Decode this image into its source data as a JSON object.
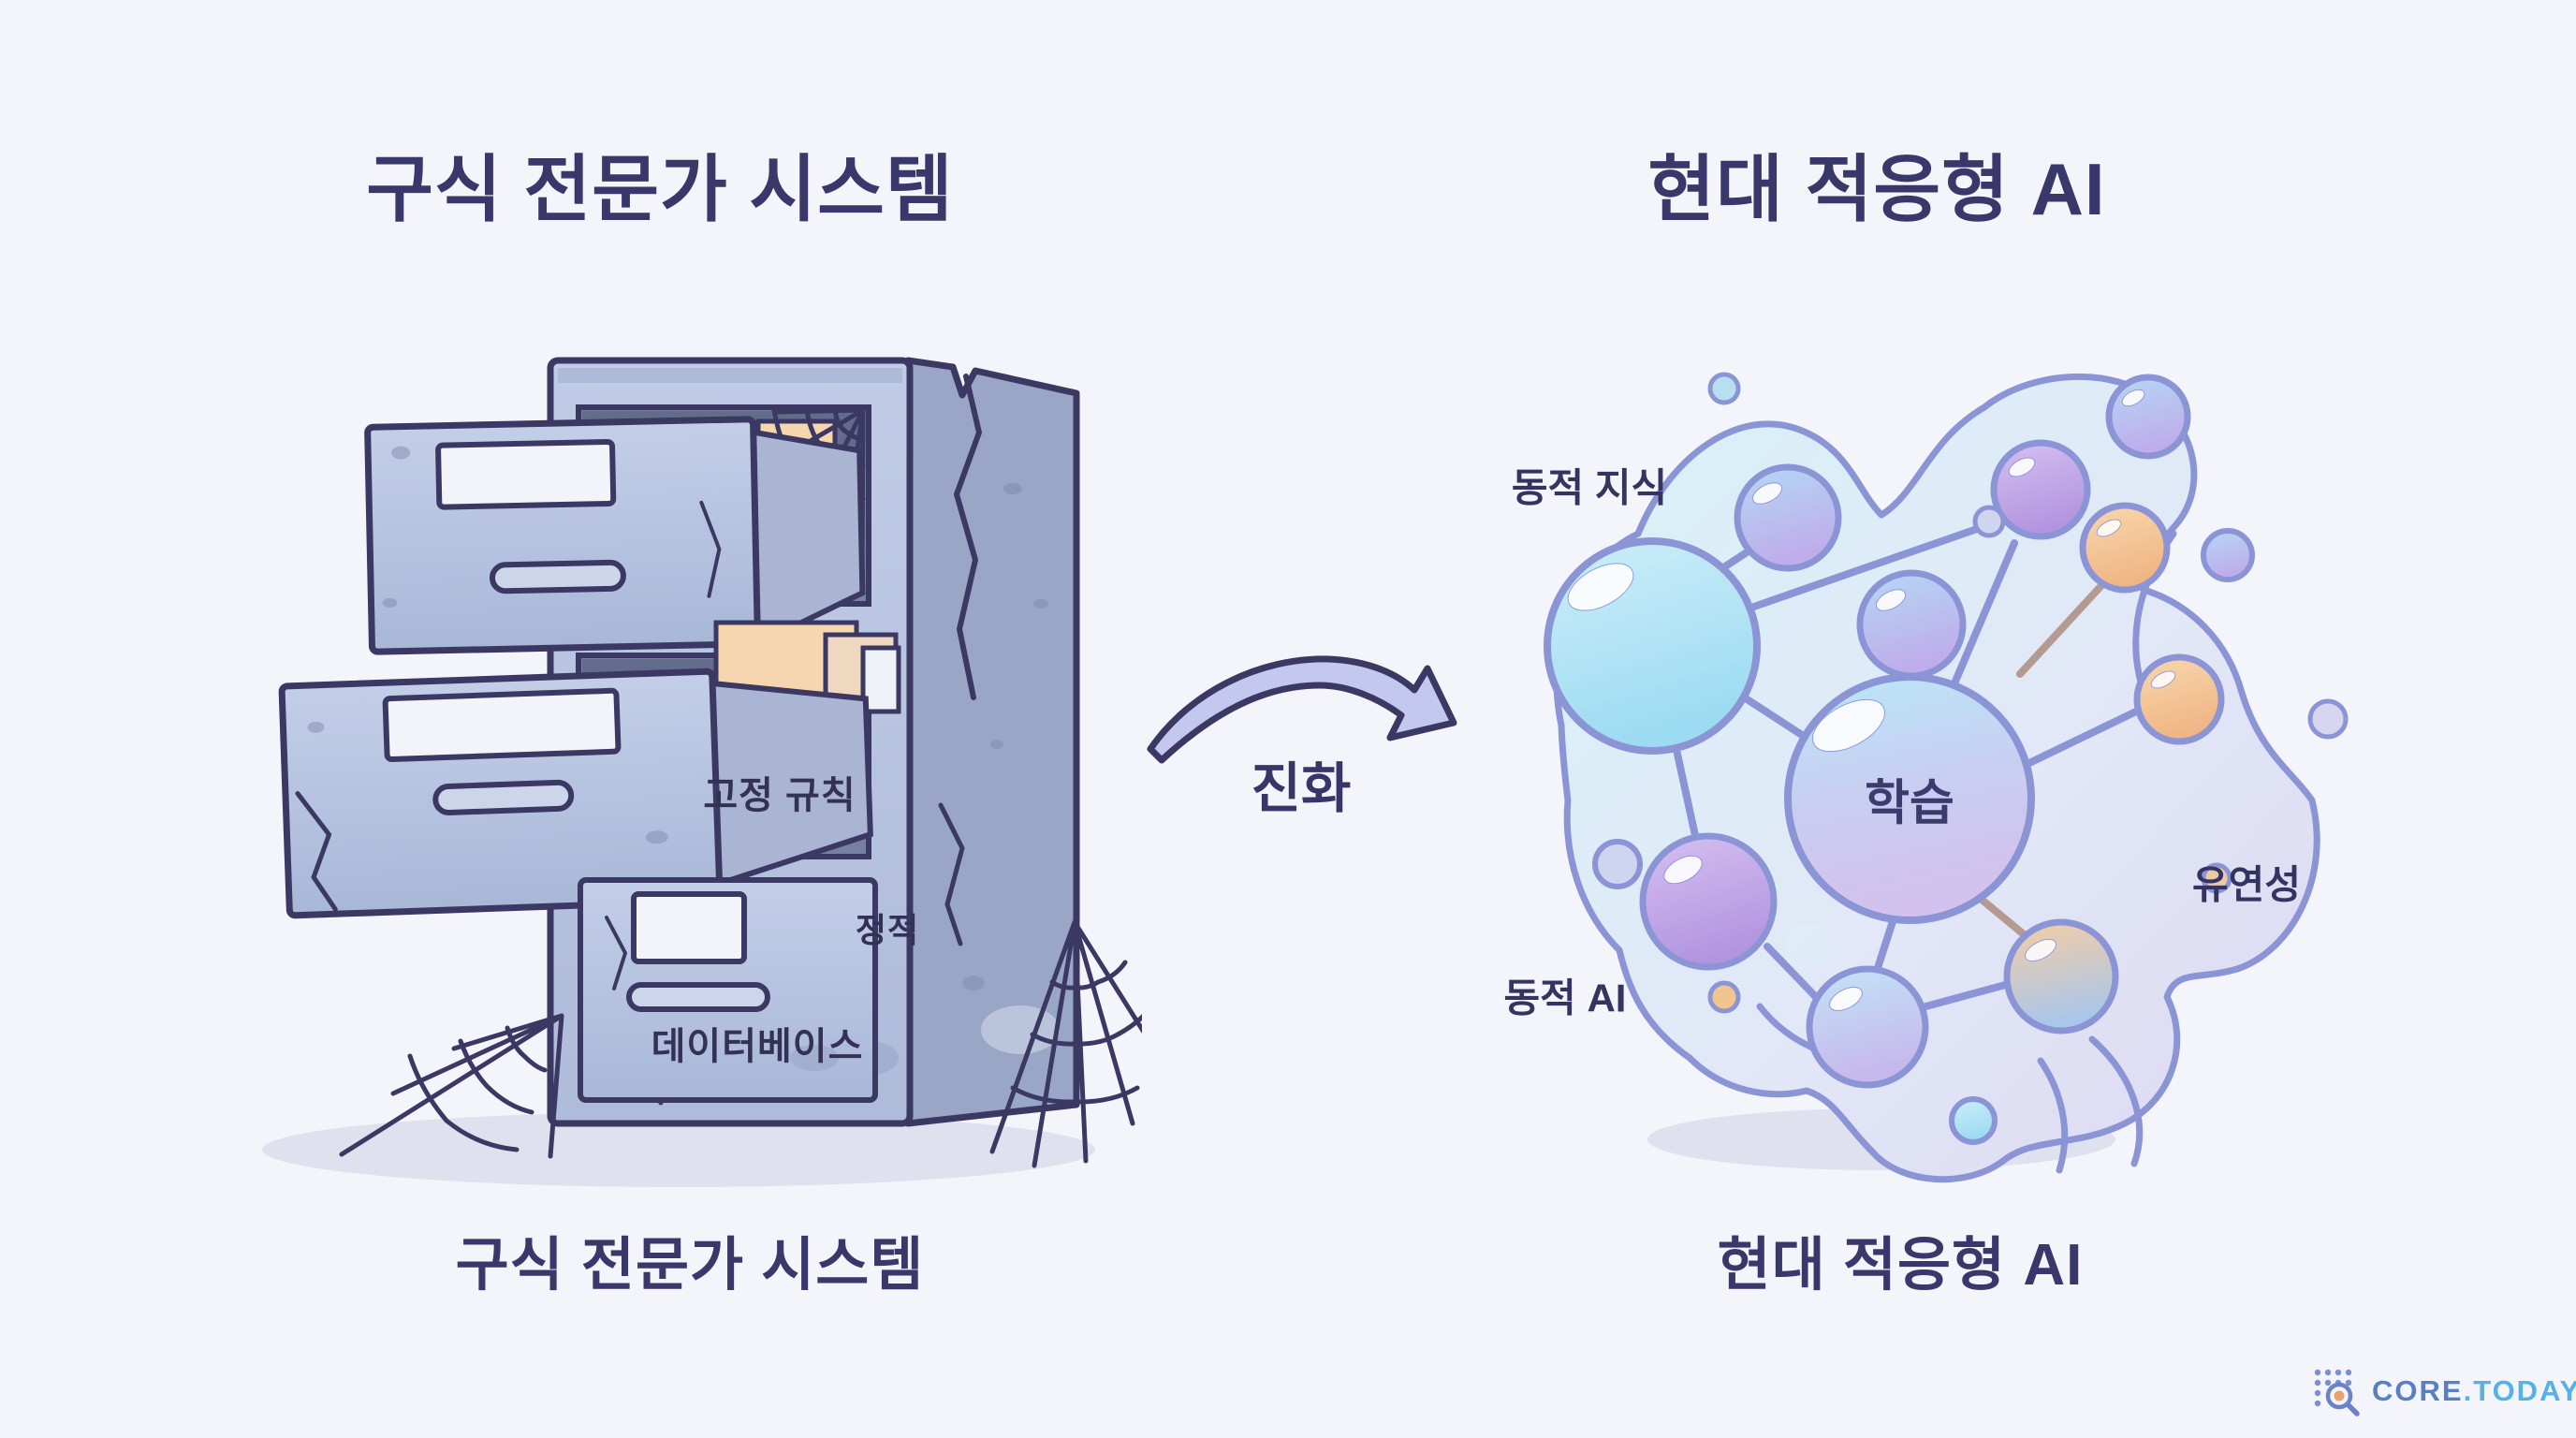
{
  "titles": {
    "left": "구식 전문가 시스템",
    "right": "현대 적응형 AI"
  },
  "captions": {
    "left": "구식 전문가 시스템",
    "right": "현대 적응형 AI"
  },
  "arrow": {
    "label": "진화",
    "fill_color": "#c5c8ee",
    "outline_color": "#3b3963"
  },
  "cabinet": {
    "description": "old cracked filing cabinet with cobwebs",
    "drawers": [
      {
        "label": "고정 규칙"
      },
      {
        "label": "데이터베이스"
      },
      {
        "label": "정적"
      }
    ],
    "body_color": "#b7c3df",
    "side_color": "#9aa6c6",
    "outline_color": "#3b3963",
    "folder_color": "#f6d6ae"
  },
  "network": {
    "description": "organic adaptive AI bubble network",
    "labels": {
      "top_left": "동적 지식",
      "center": "학습",
      "bottom_left": "동적 AI",
      "right": "유연성"
    },
    "blob_outline_color": "#8b95d6",
    "bubble_colors": [
      "#9edcf2",
      "#c3aee9",
      "#f0b584",
      "#c6b7ec"
    ]
  },
  "watermark": {
    "brand_primary": "CORE",
    "brand_secondary": ".TODAY",
    "primary_color": "#5a7fc0",
    "secondary_color": "#56b2e4"
  },
  "colors": {
    "background": "#f4f5fa",
    "heading_text": "#3a386a",
    "shadow": "#dfe1ee"
  }
}
